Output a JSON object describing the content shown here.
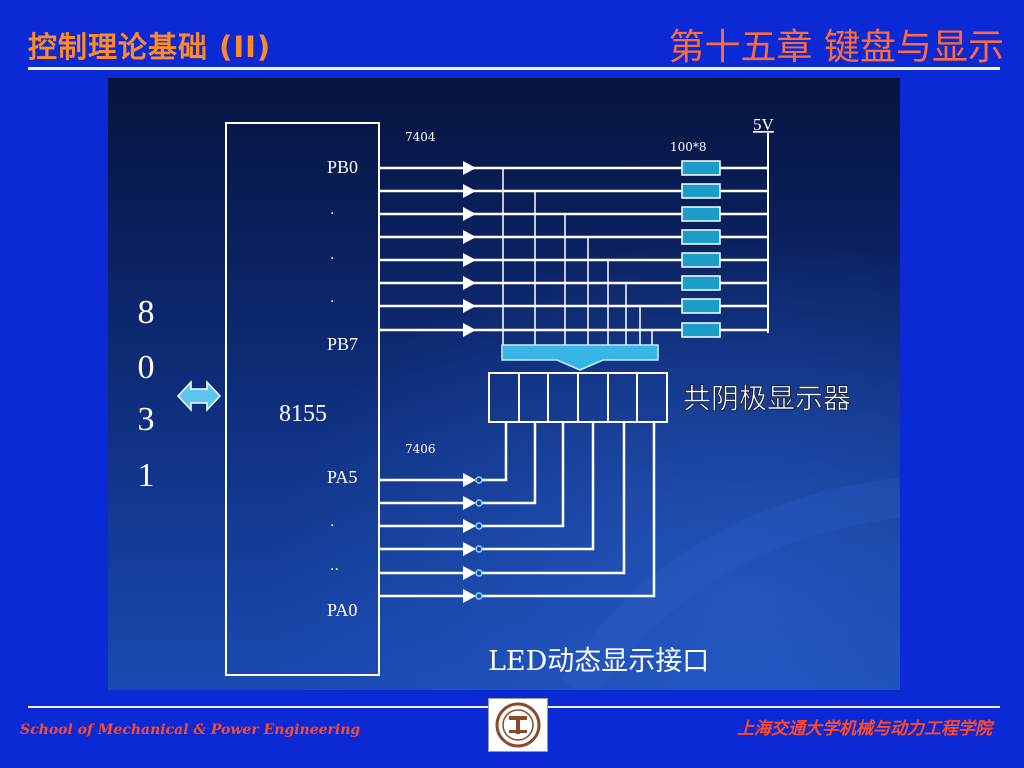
{
  "header": {
    "course_title": "控制理论基础 (II)",
    "chapter_title": "第十五章 键盘与显示"
  },
  "diagram": {
    "cpu_label": [
      "8",
      "0",
      "3",
      "1"
    ],
    "chip_label": "8155",
    "port_b": {
      "first": "PB0",
      "last": "PB7",
      "dots": [
        "·",
        "·",
        "·"
      ]
    },
    "port_a": {
      "first": "PA5",
      "last": "PA0",
      "dots": [
        "·",
        "··"
      ]
    },
    "buffer_top": "7404",
    "buffer_bottom": "7406",
    "resistor_label": "100*8",
    "supply_label": "5V",
    "display_label": "共阴极显示器",
    "caption": "LED动态显示接口"
  },
  "footer": {
    "school_en": "School of Mechanical & Power Engineering",
    "school_cn": "上海交通大学机械与动力工程学院"
  },
  "colors": {
    "background": "#0b2ad6",
    "course_title": "#ff8a2a",
    "chapter_title": "#ff6a3a",
    "resistor": "#1a9ec9",
    "footer_text": "#ff4a2a"
  }
}
